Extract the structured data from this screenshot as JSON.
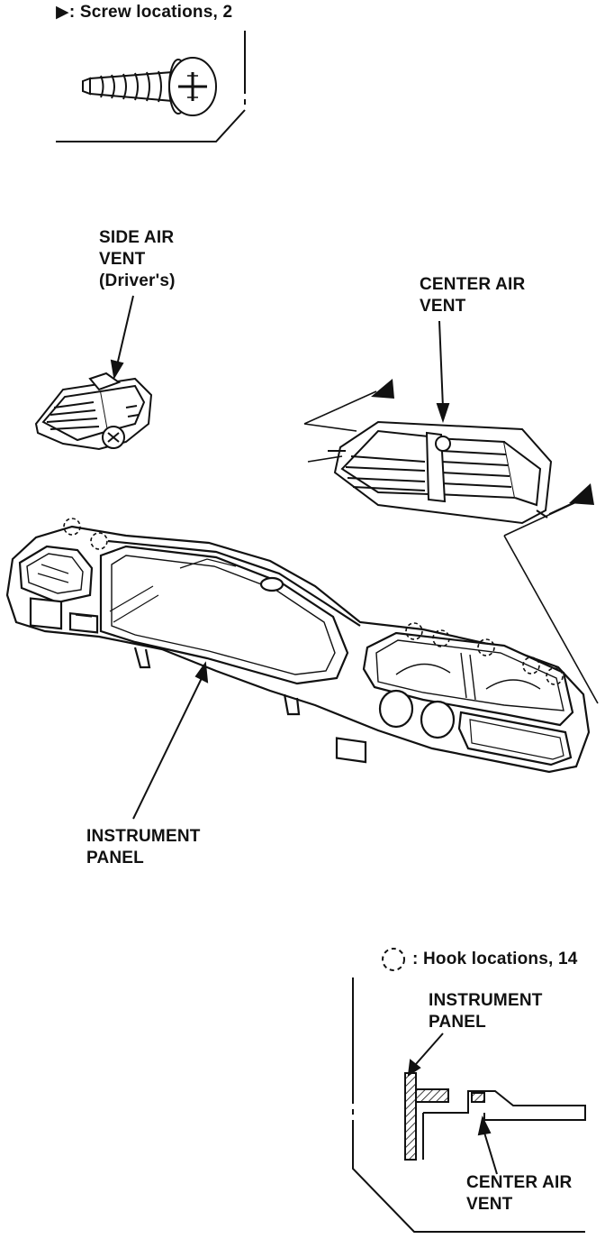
{
  "legend": {
    "screw_symbol": "▶",
    "screw_text": ": Screw locations, 2",
    "hook_text": ": Hook locations, 14"
  },
  "labels": {
    "side_air_vent": [
      "SIDE AIR",
      "VENT",
      "(Driver's)"
    ],
    "center_air_vent_top": [
      "CENTER AIR",
      "VENT"
    ],
    "instrument_panel": [
      "INSTRUMENT",
      "PANEL"
    ],
    "detail_instrument_panel": [
      "INSTRUMENT",
      "PANEL"
    ],
    "detail_center_air_vent": [
      "CENTER AIR",
      "VENT"
    ]
  },
  "colors": {
    "ink": "#111111",
    "paper": "#ffffff"
  }
}
